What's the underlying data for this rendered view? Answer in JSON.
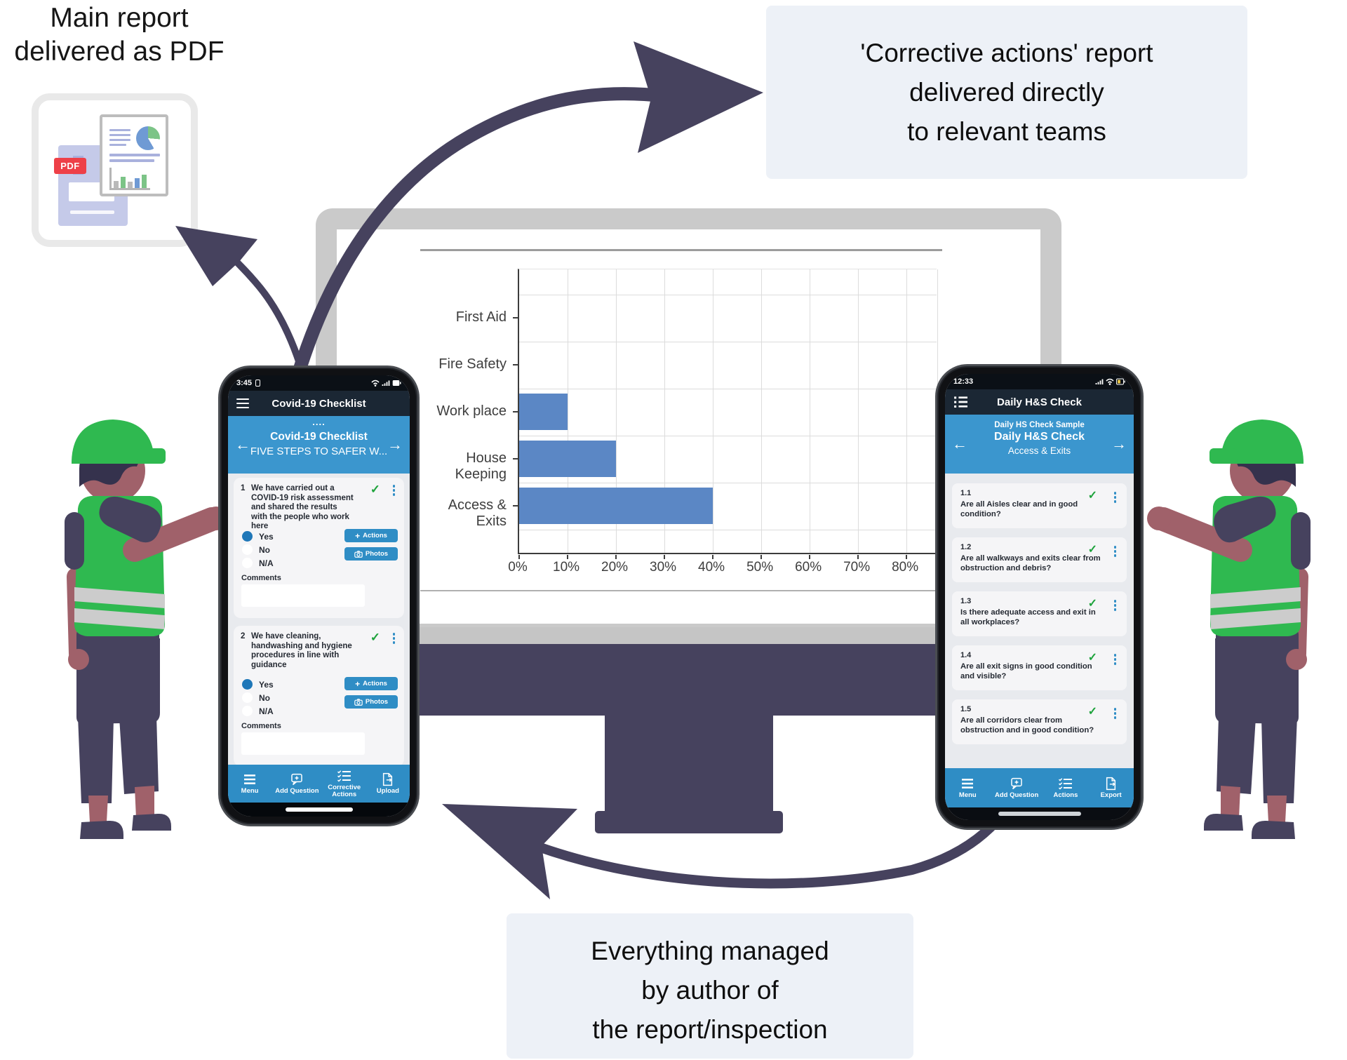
{
  "captions": {
    "main_report": "Main report\ndelivered as PDF",
    "corrective": "'Corrective actions' report\ndelivered directly\nto relevant teams",
    "managed": "Everything managed\nby author of\nthe report/inspection"
  },
  "pdf_icon": {
    "label": "PDF"
  },
  "chart_data": {
    "type": "bar",
    "orientation": "horizontal",
    "title": "",
    "xlabel": "",
    "ylabel": "",
    "categories": [
      "First Aid",
      "Fire Safety",
      "Work place",
      "House Keeping",
      "Access & Exits"
    ],
    "values": [
      0,
      0,
      10,
      20,
      40
    ],
    "x_ticks": [
      "0%",
      "10%",
      "20%",
      "30%",
      "40%",
      "50%",
      "60%",
      "70%",
      "80%"
    ],
    "xlim": [
      0,
      86.5
    ],
    "unit": "%",
    "grid": true,
    "legend": "none"
  },
  "left_phone": {
    "status": {
      "time": "3:45"
    },
    "header": {
      "title": "Covid-19 Checklist"
    },
    "subheader": {
      "dots": "....",
      "line1": "Covid-19 Checklist",
      "line2": "FIVE STEPS TO SAFER W..."
    },
    "questions": [
      {
        "number": "1",
        "text": "We have carried out a COVID-19 risk assessment and shared the results with the people who work here"
      },
      {
        "number": "2",
        "text": "We have cleaning, handwashing and hygiene procedures in line with guidance"
      }
    ],
    "options": [
      "Yes",
      "No",
      "N/A"
    ],
    "selected": "Yes",
    "actions_label": "Actions",
    "photos_label": "Photos",
    "comments_label": "Comments",
    "nav": [
      {
        "icon": "menu",
        "label": "Menu"
      },
      {
        "icon": "add-question",
        "label": "Add Question"
      },
      {
        "icon": "checklist",
        "label": "Corrective\nActions"
      },
      {
        "icon": "export",
        "label": "Upload"
      }
    ]
  },
  "right_phone": {
    "status": {
      "time": "12:33"
    },
    "header": {
      "title": "Daily H&S Check"
    },
    "subheader": {
      "line1": "Daily HS Check Sample",
      "line2": "Daily H&S Check",
      "line3": "Access & Exits"
    },
    "items": [
      {
        "number": "1.1",
        "text": "Are all Aisles clear and in good condition?"
      },
      {
        "number": "1.2",
        "text": "Are all walkways and exits clear from obstruction and debris?"
      },
      {
        "number": "1.3",
        "text": "Is there adequate access and exit in all workplaces?"
      },
      {
        "number": "1.4",
        "text": "Are all exit signs in good condition and visible?"
      },
      {
        "number": "1.5",
        "text": "Are all corridors clear from obstruction and in good condition?"
      }
    ],
    "nav": [
      {
        "icon": "menu",
        "label": "Menu"
      },
      {
        "icon": "add-question",
        "label": "Add Question"
      },
      {
        "icon": "checklist",
        "label": "Actions"
      },
      {
        "icon": "export",
        "label": "Export"
      }
    ]
  },
  "colors": {
    "navy": "#46425e",
    "app_blue": "#2f8dc5",
    "app_blue_light": "#3b96ce",
    "dark_header": "#1b2734",
    "status_bar": "#0b1016",
    "card_bg": "#f5f5f7",
    "body_bg": "#e8eaee",
    "green_check": "#1ea33c",
    "radio_blue": "#1f77b8",
    "bar_blue": "#5b87c5",
    "vest_green": "#2fb950",
    "skin": "#a0616a",
    "hair": "#35324d",
    "stripe_gray": "#cccccc",
    "box_bg": "#edf1f7",
    "pdf_red": "#ee4048",
    "monitor_frame": "#cacaca",
    "chin_gray": "#c5c5c5",
    "window_line": "#9c9c9c",
    "grid": "#dcdcdc",
    "axis": "#3c3c3c",
    "chart_text": "#3e3e3e",
    "lavender": "#c5cae9",
    "lavender_dark": "#a9b1dd",
    "pie_blue": "#6f9ad4",
    "pie_green": "#7cc487",
    "page_border": "#bdbdbd",
    "icon_box_border": "#e9e9e9"
  }
}
